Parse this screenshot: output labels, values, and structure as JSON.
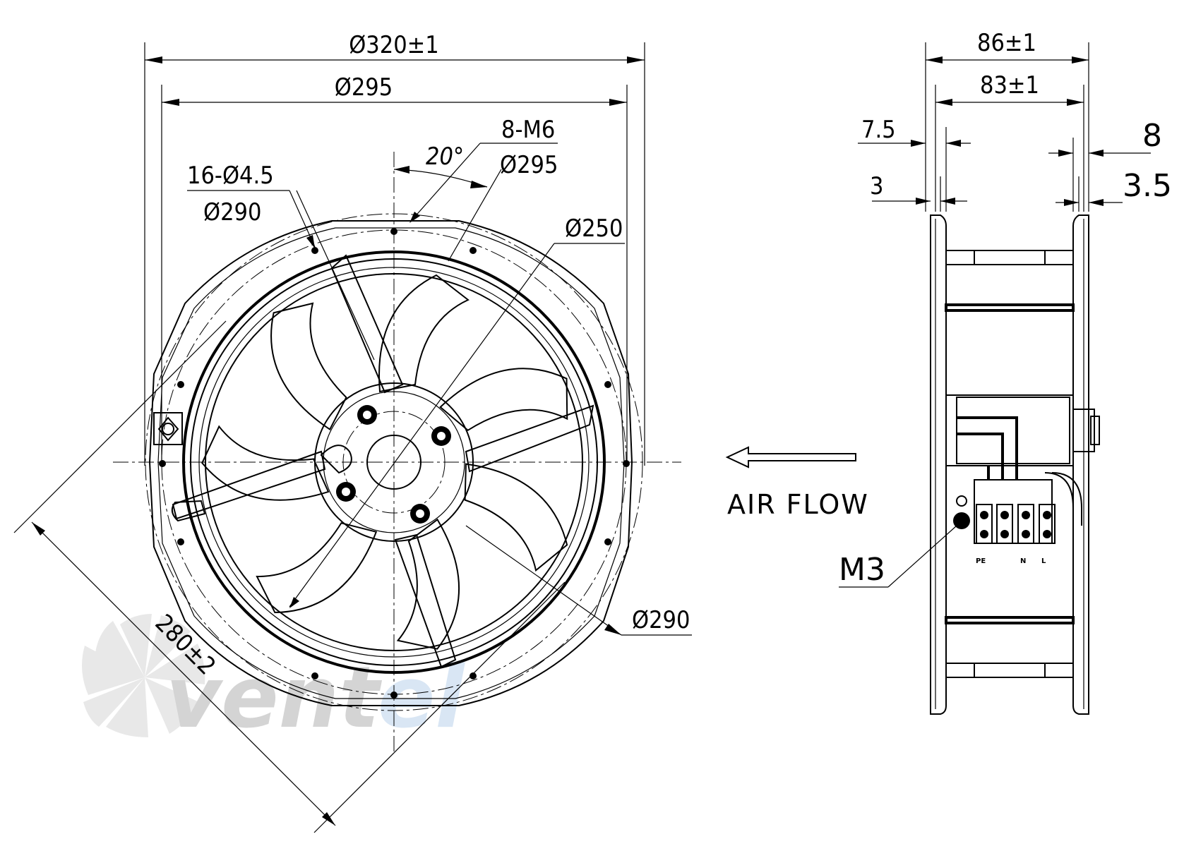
{
  "front_view": {
    "dim_outer": "Ø320±1",
    "dim_mount": "Ø295",
    "dim_holes_count": "16-Ø4.5",
    "dim_holes_pcd": "Ø290",
    "dim_screws_count": "8-M6",
    "dim_screws_pcd": "Ø295",
    "dim_angle": "20°",
    "dim_ring": "Ø250",
    "dim_inner": "Ø290",
    "dim_square": "280±2"
  },
  "side_view": {
    "dim_total_width": "86±1",
    "dim_frame_width": "83±1",
    "dim_left_offset": "7.5",
    "dim_left_flange": "3",
    "dim_right_offset": "8",
    "dim_right_flange": "3.5",
    "terminal_thread": "M3",
    "terminal_labels": [
      "PE",
      "N",
      "L"
    ]
  },
  "airflow_label": "AIR FLOW",
  "watermark": {
    "part1": "vent",
    "part2": "el",
    "color_main": "#d8d8d8",
    "color_accent": "#d9e7f5"
  }
}
